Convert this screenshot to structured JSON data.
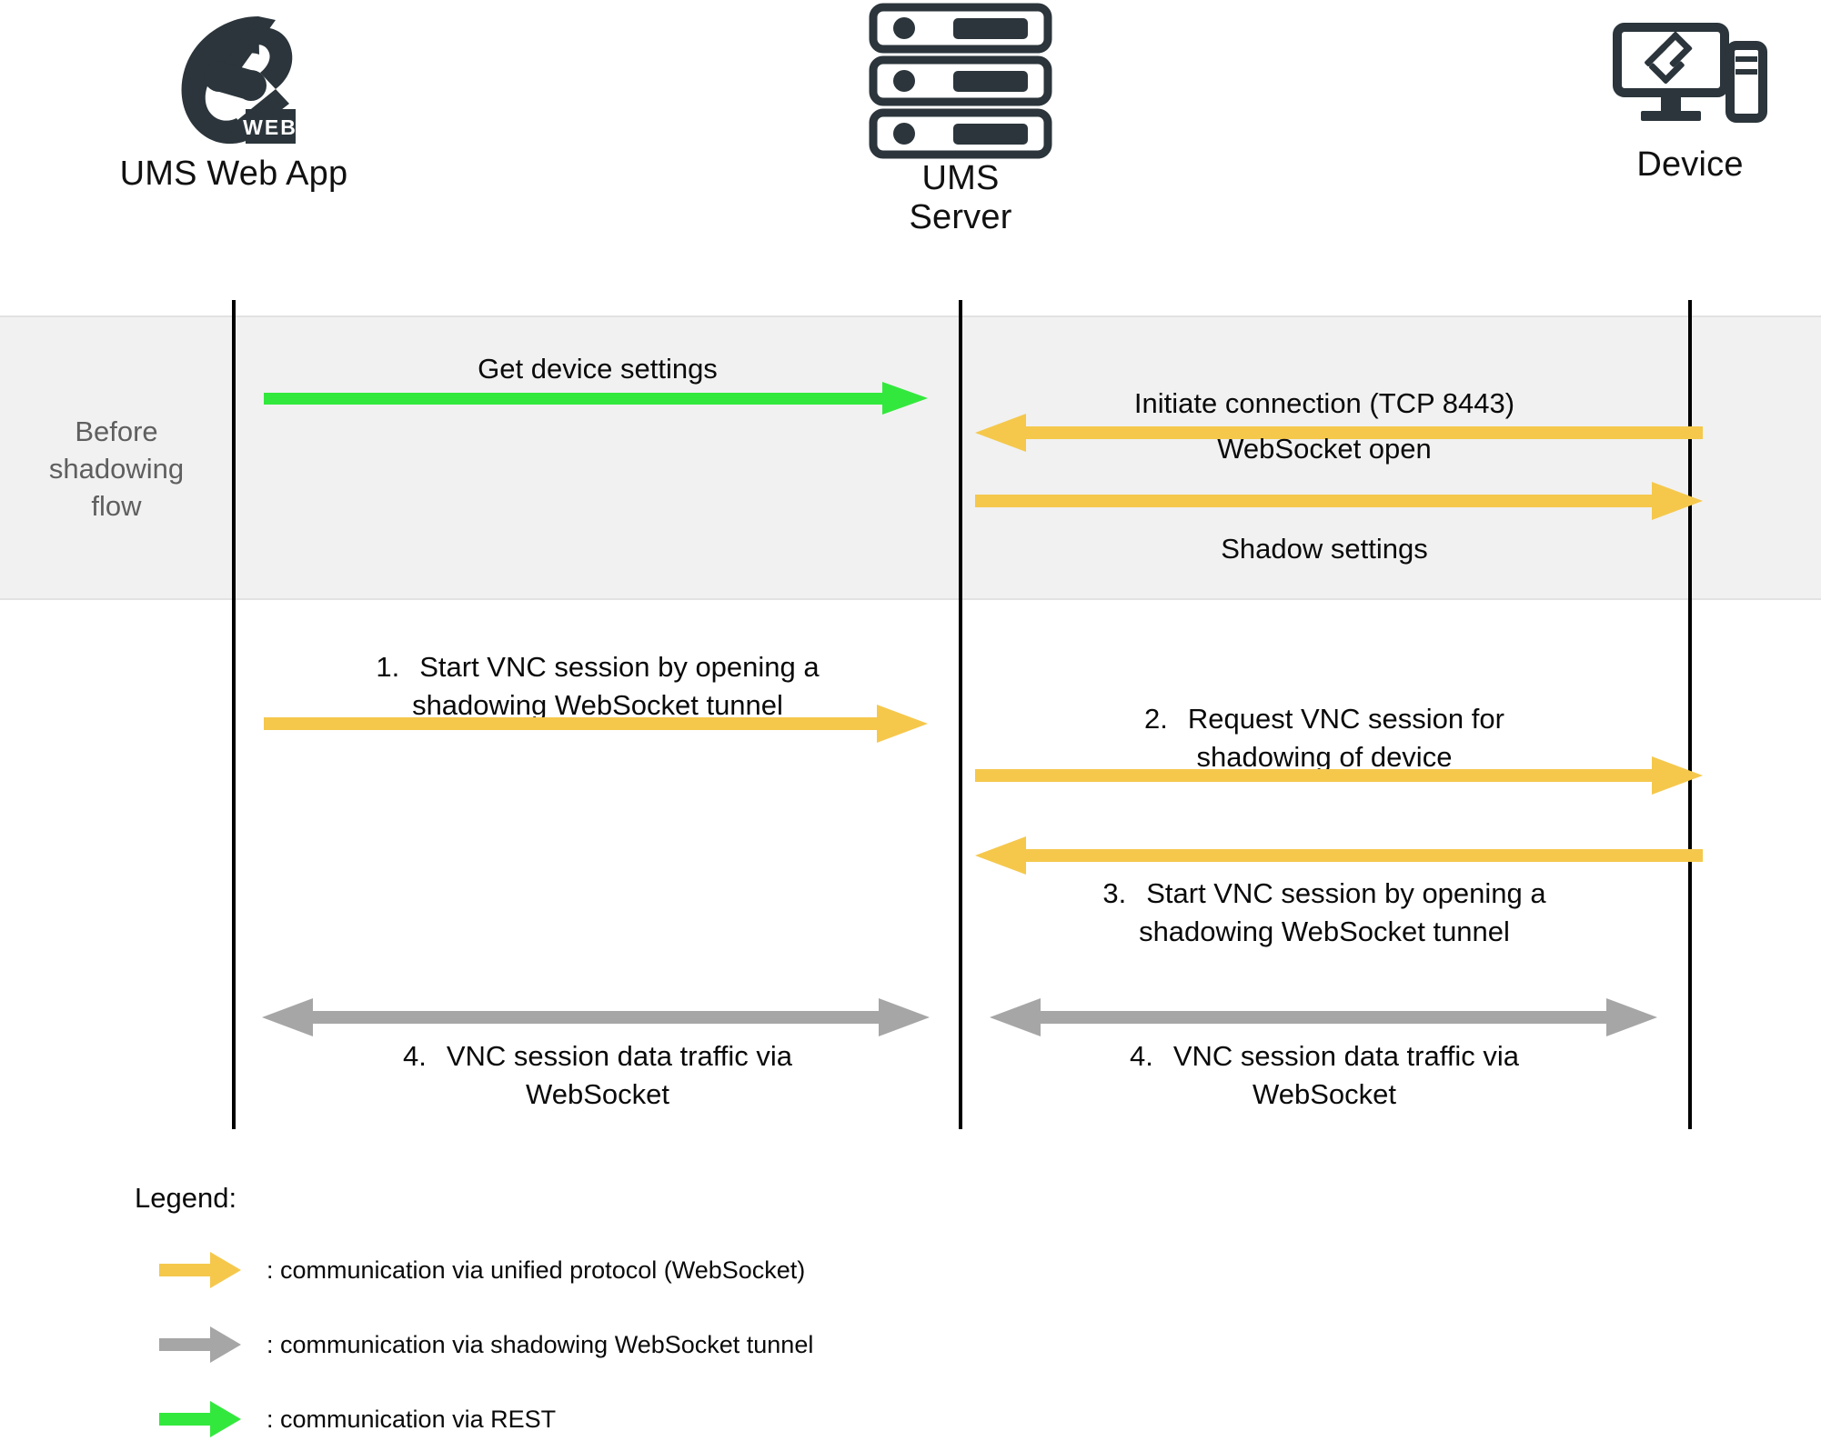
{
  "diagram": {
    "title": "UMS shadowing sequence diagram",
    "colors": {
      "unified_protocol": "#F5C84C",
      "shadow_tunnel": "#A6A6A6",
      "rest": "#33E83D",
      "lifeline": "#000000",
      "band_background": "#F1F1F1",
      "icon": "#2B353B",
      "phase_label_text": "#5F5F5F"
    }
  },
  "actors": [
    {
      "id": "web-app",
      "label": "UMS Web App",
      "icon": "ums-web-logo-icon"
    },
    {
      "id": "server",
      "label": "UMS\nServer",
      "icon": "server-rack-icon"
    },
    {
      "id": "device",
      "label": "Device",
      "icon": "monitor-device-icon"
    }
  ],
  "phase": {
    "label": "Before\nshadowing\nflow"
  },
  "messages": [
    {
      "id": "get-device-settings",
      "label": "Get device settings",
      "from": "web-app",
      "to": "server",
      "kind": "rest",
      "direction": "right"
    },
    {
      "id": "initiate-connection",
      "label": "Initiate connection (TCP 8443)",
      "from": "device",
      "to": "server",
      "kind": "unified",
      "direction": "left"
    },
    {
      "id": "websocket-open",
      "label": "WebSocket open",
      "from": "server",
      "to": "device",
      "kind": "unified",
      "direction": "right"
    },
    {
      "id": "shadow-settings",
      "label": "Shadow settings",
      "from": "server",
      "to": "device",
      "kind": "unified",
      "direction": "right"
    },
    {
      "id": "step-1",
      "number": "1.",
      "label": "Start VNC session by opening a\nshadowing WebSocket tunnel",
      "from": "web-app",
      "to": "server",
      "kind": "unified",
      "direction": "right"
    },
    {
      "id": "step-2",
      "number": "2.",
      "label": "Request VNC session for\nshadowing of device",
      "from": "server",
      "to": "device",
      "kind": "unified",
      "direction": "right"
    },
    {
      "id": "step-3",
      "number": "3.",
      "label": "Start VNC session by opening a\nshadowing WebSocket tunnel",
      "from": "device",
      "to": "server",
      "kind": "unified",
      "direction": "left"
    },
    {
      "id": "step-4-left",
      "number": "4.",
      "label": "VNC session data traffic via\nWebSocket",
      "from": "web-app",
      "to": "server",
      "kind": "tunnel",
      "direction": "both"
    },
    {
      "id": "step-4-right",
      "number": "4.",
      "label": "VNC session data traffic via\nWebSocket",
      "from": "server",
      "to": "device",
      "kind": "tunnel",
      "direction": "both"
    }
  ],
  "legend": {
    "title": "Legend:",
    "items": [
      {
        "id": "legend-unified",
        "kind": "unified",
        "text": ": communication via unified protocol (WebSocket)"
      },
      {
        "id": "legend-tunnel",
        "kind": "tunnel",
        "text": ": communication via shadowing WebSocket tunnel"
      },
      {
        "id": "legend-rest",
        "kind": "rest",
        "text": ": communication via REST"
      }
    ]
  }
}
